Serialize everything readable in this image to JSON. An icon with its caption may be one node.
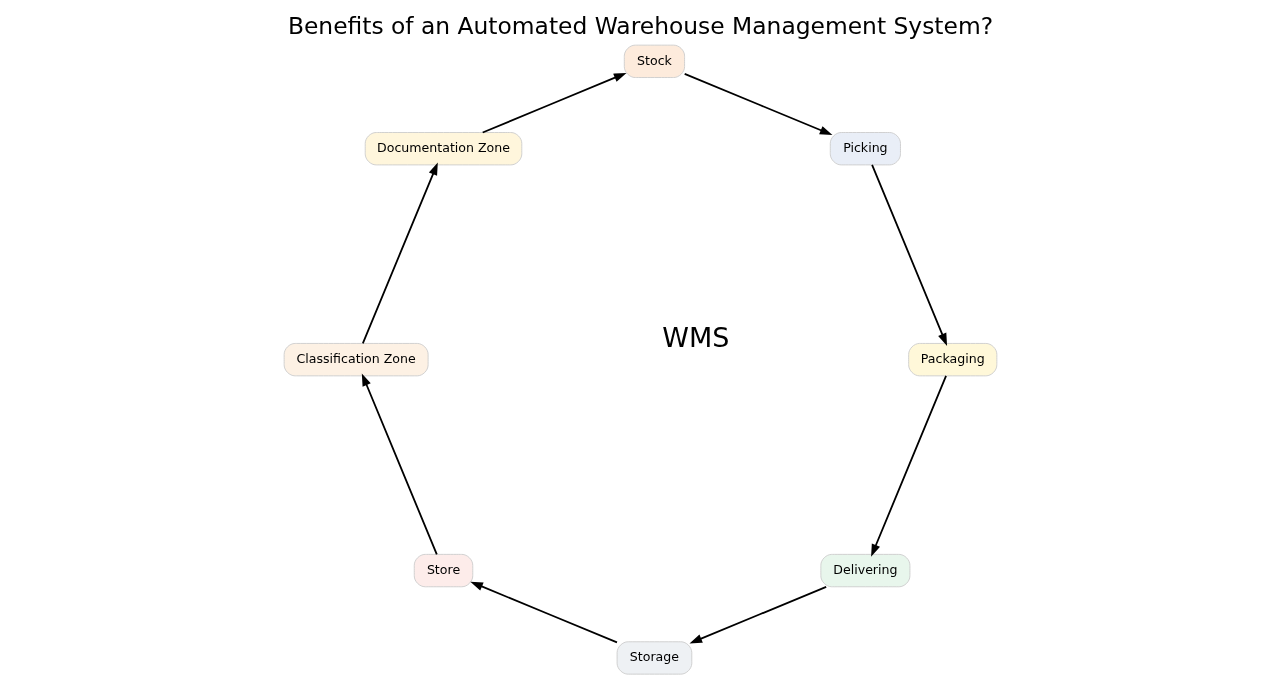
{
  "diagram": {
    "title": "Benefits of an Automated Warehouse Management System?",
    "nodes": [
      {
        "text": [
          "Delivering"
        ]
      },
      {
        "text": [
          "Storage"
        ]
      },
      {
        "text": [
          "Store"
        ]
      },
      {
        "text": [
          "Classification Zone"
        ]
      },
      {
        "text": [
          "Documentation Zone"
        ]
      },
      {
        "text": [
          "Stock"
        ]
      },
      {
        "text": [
          "Picking"
        ]
      },
      {
        "text": [
          "Packaging"
        ]
      }
    ],
    "edges": [
      {
        "from": 0,
        "to": 1,
        "arrow": "to"
      },
      {
        "from": 1,
        "to": 2,
        "arrow": "to"
      },
      {
        "from": 2,
        "to": 3,
        "arrow": "to"
      },
      {
        "from": 3,
        "to": 4,
        "arrow": "to"
      },
      {
        "from": 4,
        "to": 5,
        "arrow": "to"
      },
      {
        "from": 5,
        "to": 6,
        "arrow": "to"
      },
      {
        "from": 6,
        "to": 7,
        "arrow": "to"
      },
      {
        "from": 7,
        "to": 0,
        "arrow": "to"
      }
    ],
    "labels": [
      "WMS"
    ]
  }
}
